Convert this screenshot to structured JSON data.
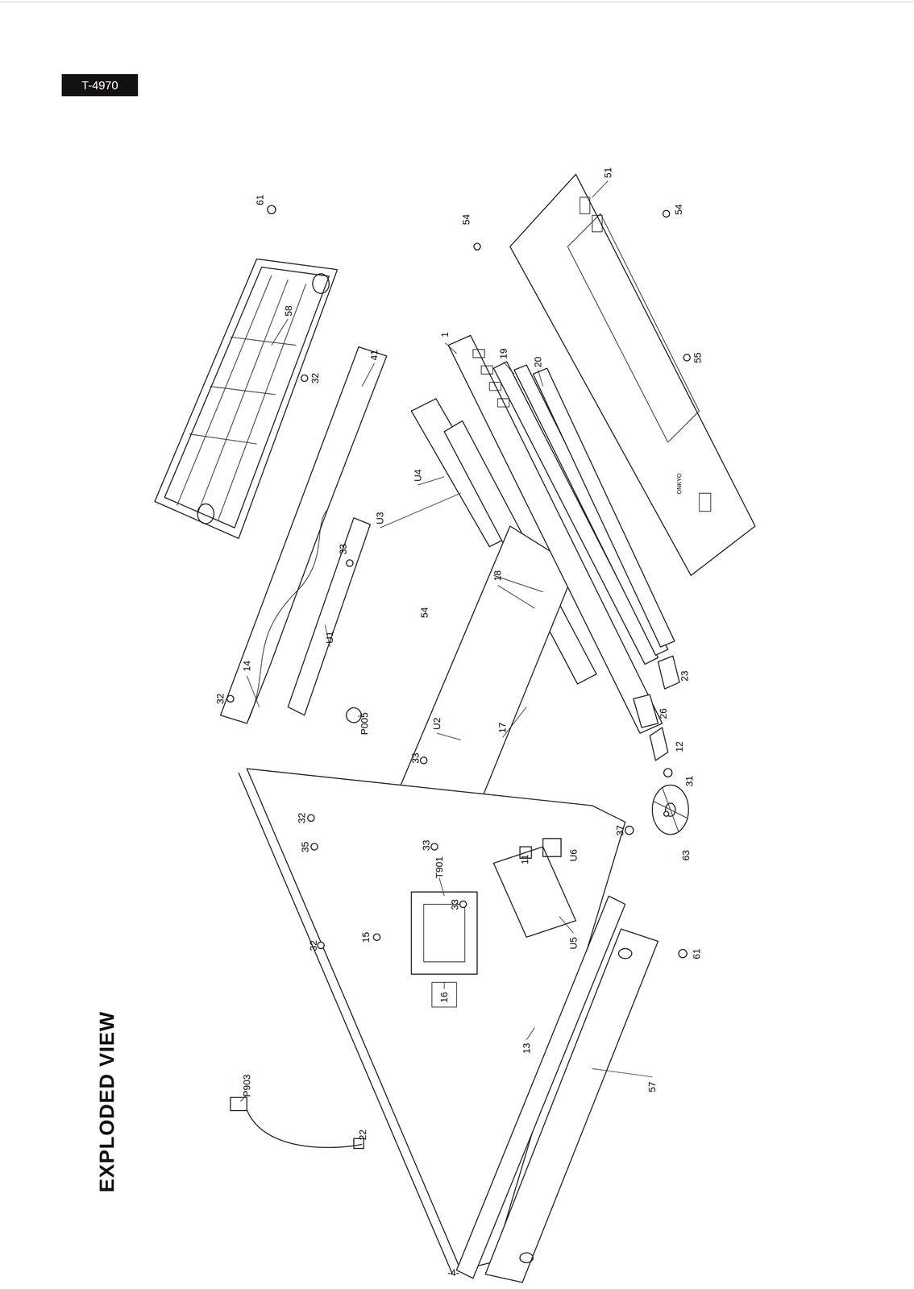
{
  "diagram": {
    "title": "EXPLODED VIEW",
    "nodes": [
      {
        "text": [
          "T-4970"
        ]
      }
    ],
    "labels": [
      "61",
      "58",
      "32",
      "41",
      "54",
      "51",
      "54",
      "1",
      "19",
      "20",
      "55",
      "U4",
      "U3",
      "33",
      "18",
      "ONKYO",
      "U1",
      "54",
      "23",
      "32",
      "P005",
      "U2",
      "17",
      "26",
      "14",
      "12",
      "33",
      "35",
      "32",
      "11",
      "33",
      "U6",
      "37",
      "63",
      "T901",
      "33",
      "15",
      "32",
      "U5",
      "16",
      "61",
      "13",
      "P903",
      "57",
      "22",
      "31",
      "-4-"
    ]
  }
}
